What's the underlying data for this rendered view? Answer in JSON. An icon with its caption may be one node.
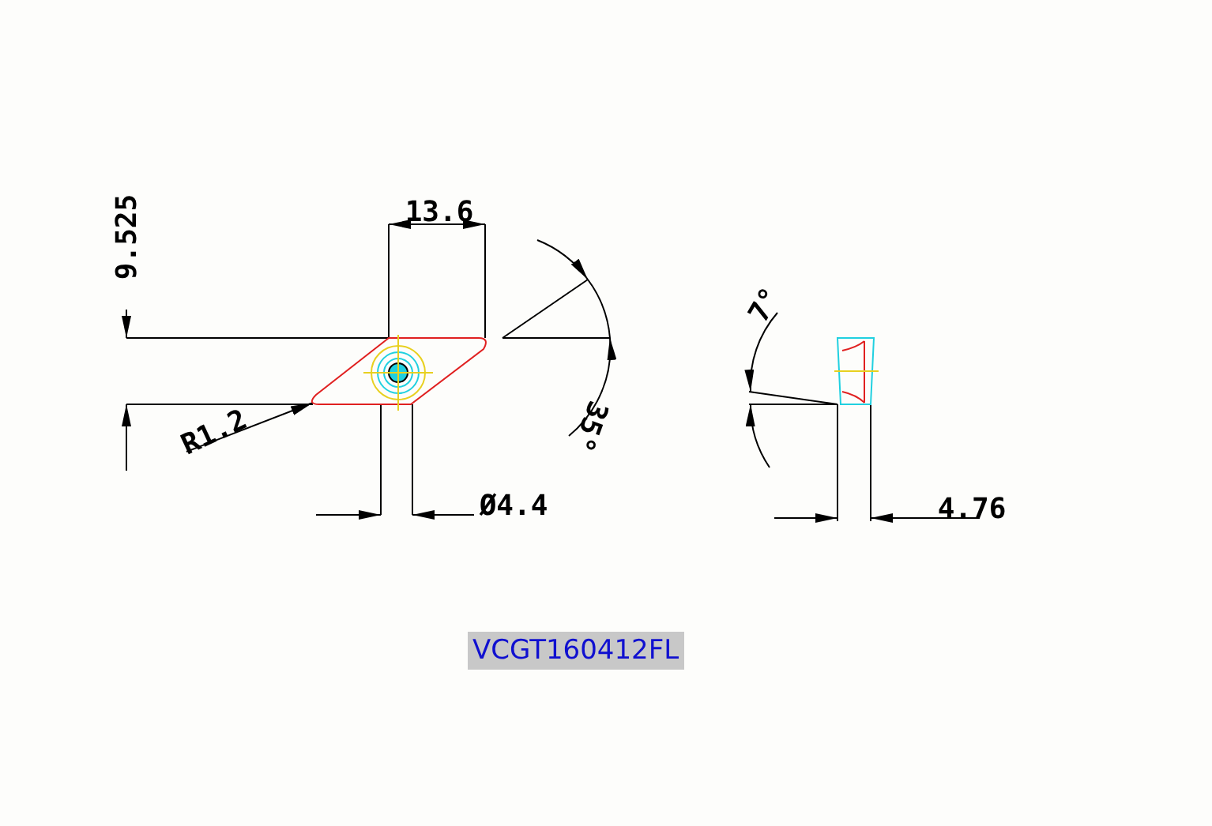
{
  "diagram": {
    "labels": [
      "9.525",
      "13.6",
      "7°",
      "R1.2",
      "35°",
      "Ø4.4",
      "4.76",
      "VCGT160412FL"
    ]
  }
}
